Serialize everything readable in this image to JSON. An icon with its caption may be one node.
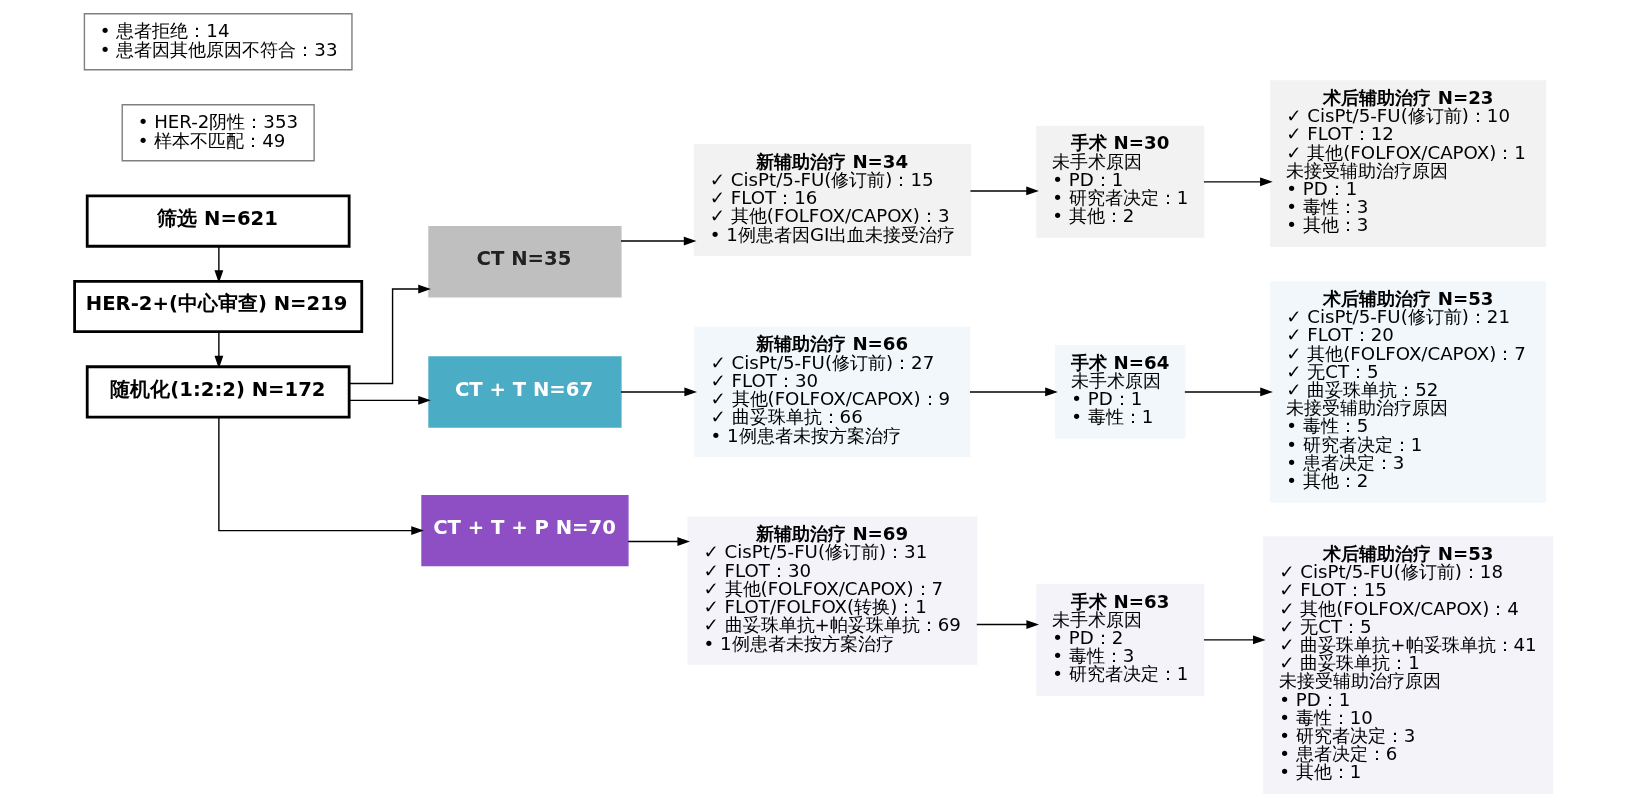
{
  "diagram": {
    "nodes": [
      {
        "text": [
          "筛选 N=621"
        ]
      },
      {
        "text": [
          "• HER-2阴性：353",
          "• 样本不匹配：49"
        ]
      },
      {
        "text": [
          "HER-2+(中心审查) N=219"
        ]
      },
      {
        "text": [
          "• 患者拒绝：14",
          "• 患者因其他原因不符合：33"
        ]
      },
      {
        "text": [
          "随机化(1:2:2) N=172"
        ]
      },
      {
        "text": [
          "CT N=35"
        ]
      },
      {
        "text": [
          "新辅助治疗 N=34",
          "✓ CisPt/5-FU(修订前)：15",
          "✓ FLOT：16",
          "✓ 其他(FOLFOX/CAPOX)：3",
          "• 1例患者因GI出血未接受治疗"
        ]
      },
      {
        "text": [
          "手术 N=30",
          "未手术原因",
          "• PD：1",
          "• 研究者决定：1",
          "• 其他：2"
        ]
      },
      {
        "text": [
          "术后辅助治疗 N=23",
          "✓ CisPt/5-FU(修订前)：10",
          "✓ FLOT：12",
          "✓ 其他(FOLFOX/CAPOX)：1",
          "未接受辅助治疗原因",
          "• PD：1",
          "• 毒性：3",
          "• 其他：3"
        ]
      },
      {
        "text": [
          "CT + T N=67"
        ]
      },
      {
        "text": [
          "新辅助治疗 N=66",
          "✓ CisPt/5-FU(修订前)：27",
          "✓ FLOT：30",
          "✓ 其他(FOLFOX/CAPOX)：9",
          "✓ 曲妥珠单抗：66",
          "• 1例患者未按方案治疗"
        ]
      },
      {
        "text": [
          "手术 N=64",
          "未手术原因",
          "• PD：1",
          "• 毒性：1"
        ]
      },
      {
        "text": [
          "术后辅助治疗 N=53",
          "✓ CisPt/5-FU(修订前)：21",
          "✓ FLOT：20",
          "✓ 其他(FOLFOX/CAPOX)：7",
          "✓ 无CT：5",
          "✓ 曲妥珠单抗：52",
          "未接受辅助治疗原因",
          "• 毒性：5",
          "• 研究者决定：1",
          "• 患者决定：3",
          "• 其他：2"
        ]
      },
      {
        "text": [
          "CT + T + P N=70"
        ]
      },
      {
        "text": [
          "新辅助治疗 N=69",
          "✓ CisPt/5-FU(修订前)：31",
          "✓ FLOT：30",
          "✓ 其他(FOLFOX/CAPOX)：7",
          "✓ FLOT/FOLFOX(转换)：1",
          "✓ 曲妥珠单抗+帕妥珠单抗：69",
          "• 1例患者未按方案治疗"
        ]
      },
      {
        "text": [
          "手术 N=63",
          "未手术原因",
          "• PD：2",
          "• 毒性：3",
          "• 研究者决定：1"
        ]
      },
      {
        "text": [
          "术后辅助治疗 N=53",
          "✓ CisPt/5-FU(修订前)：18",
          "✓ FLOT：15",
          "✓ 其他(FOLFOX/CAPOX)：4",
          "✓ 无CT：5",
          "✓ 曲妥珠单抗+帕妥珠单抗：41",
          "✓ 曲妥珠单抗：1",
          "未接受辅助治疗原因",
          "• PD：1",
          "• 毒性：10",
          "• 研究者决定：3",
          "• 患者决定：6",
          "• 其他：1"
        ]
      }
    ],
    "edges": [
      {
        "from": 0,
        "to": 2,
        "arrow": "to"
      },
      {
        "from": 2,
        "to": 4,
        "arrow": "to"
      },
      {
        "from": 4,
        "to": 5,
        "arrow": "to"
      },
      {
        "from": 4,
        "to": 9,
        "arrow": "to"
      },
      {
        "from": 4,
        "to": 13,
        "arrow": "to"
      },
      {
        "from": 5,
        "to": 6,
        "arrow": "to"
      },
      {
        "from": 6,
        "to": 7,
        "arrow": "to"
      },
      {
        "from": 7,
        "to": 8,
        "arrow": "to"
      },
      {
        "from": 9,
        "to": 10,
        "arrow": "to"
      },
      {
        "from": 10,
        "to": 11,
        "arrow": "to"
      },
      {
        "from": 11,
        "to": 12,
        "arrow": "to"
      },
      {
        "from": 13,
        "to": 14,
        "arrow": "to"
      },
      {
        "from": 14,
        "to": 15,
        "arrow": "to"
      },
      {
        "from": 15,
        "to": 16,
        "arrow": "to"
      }
    ]
  }
}
